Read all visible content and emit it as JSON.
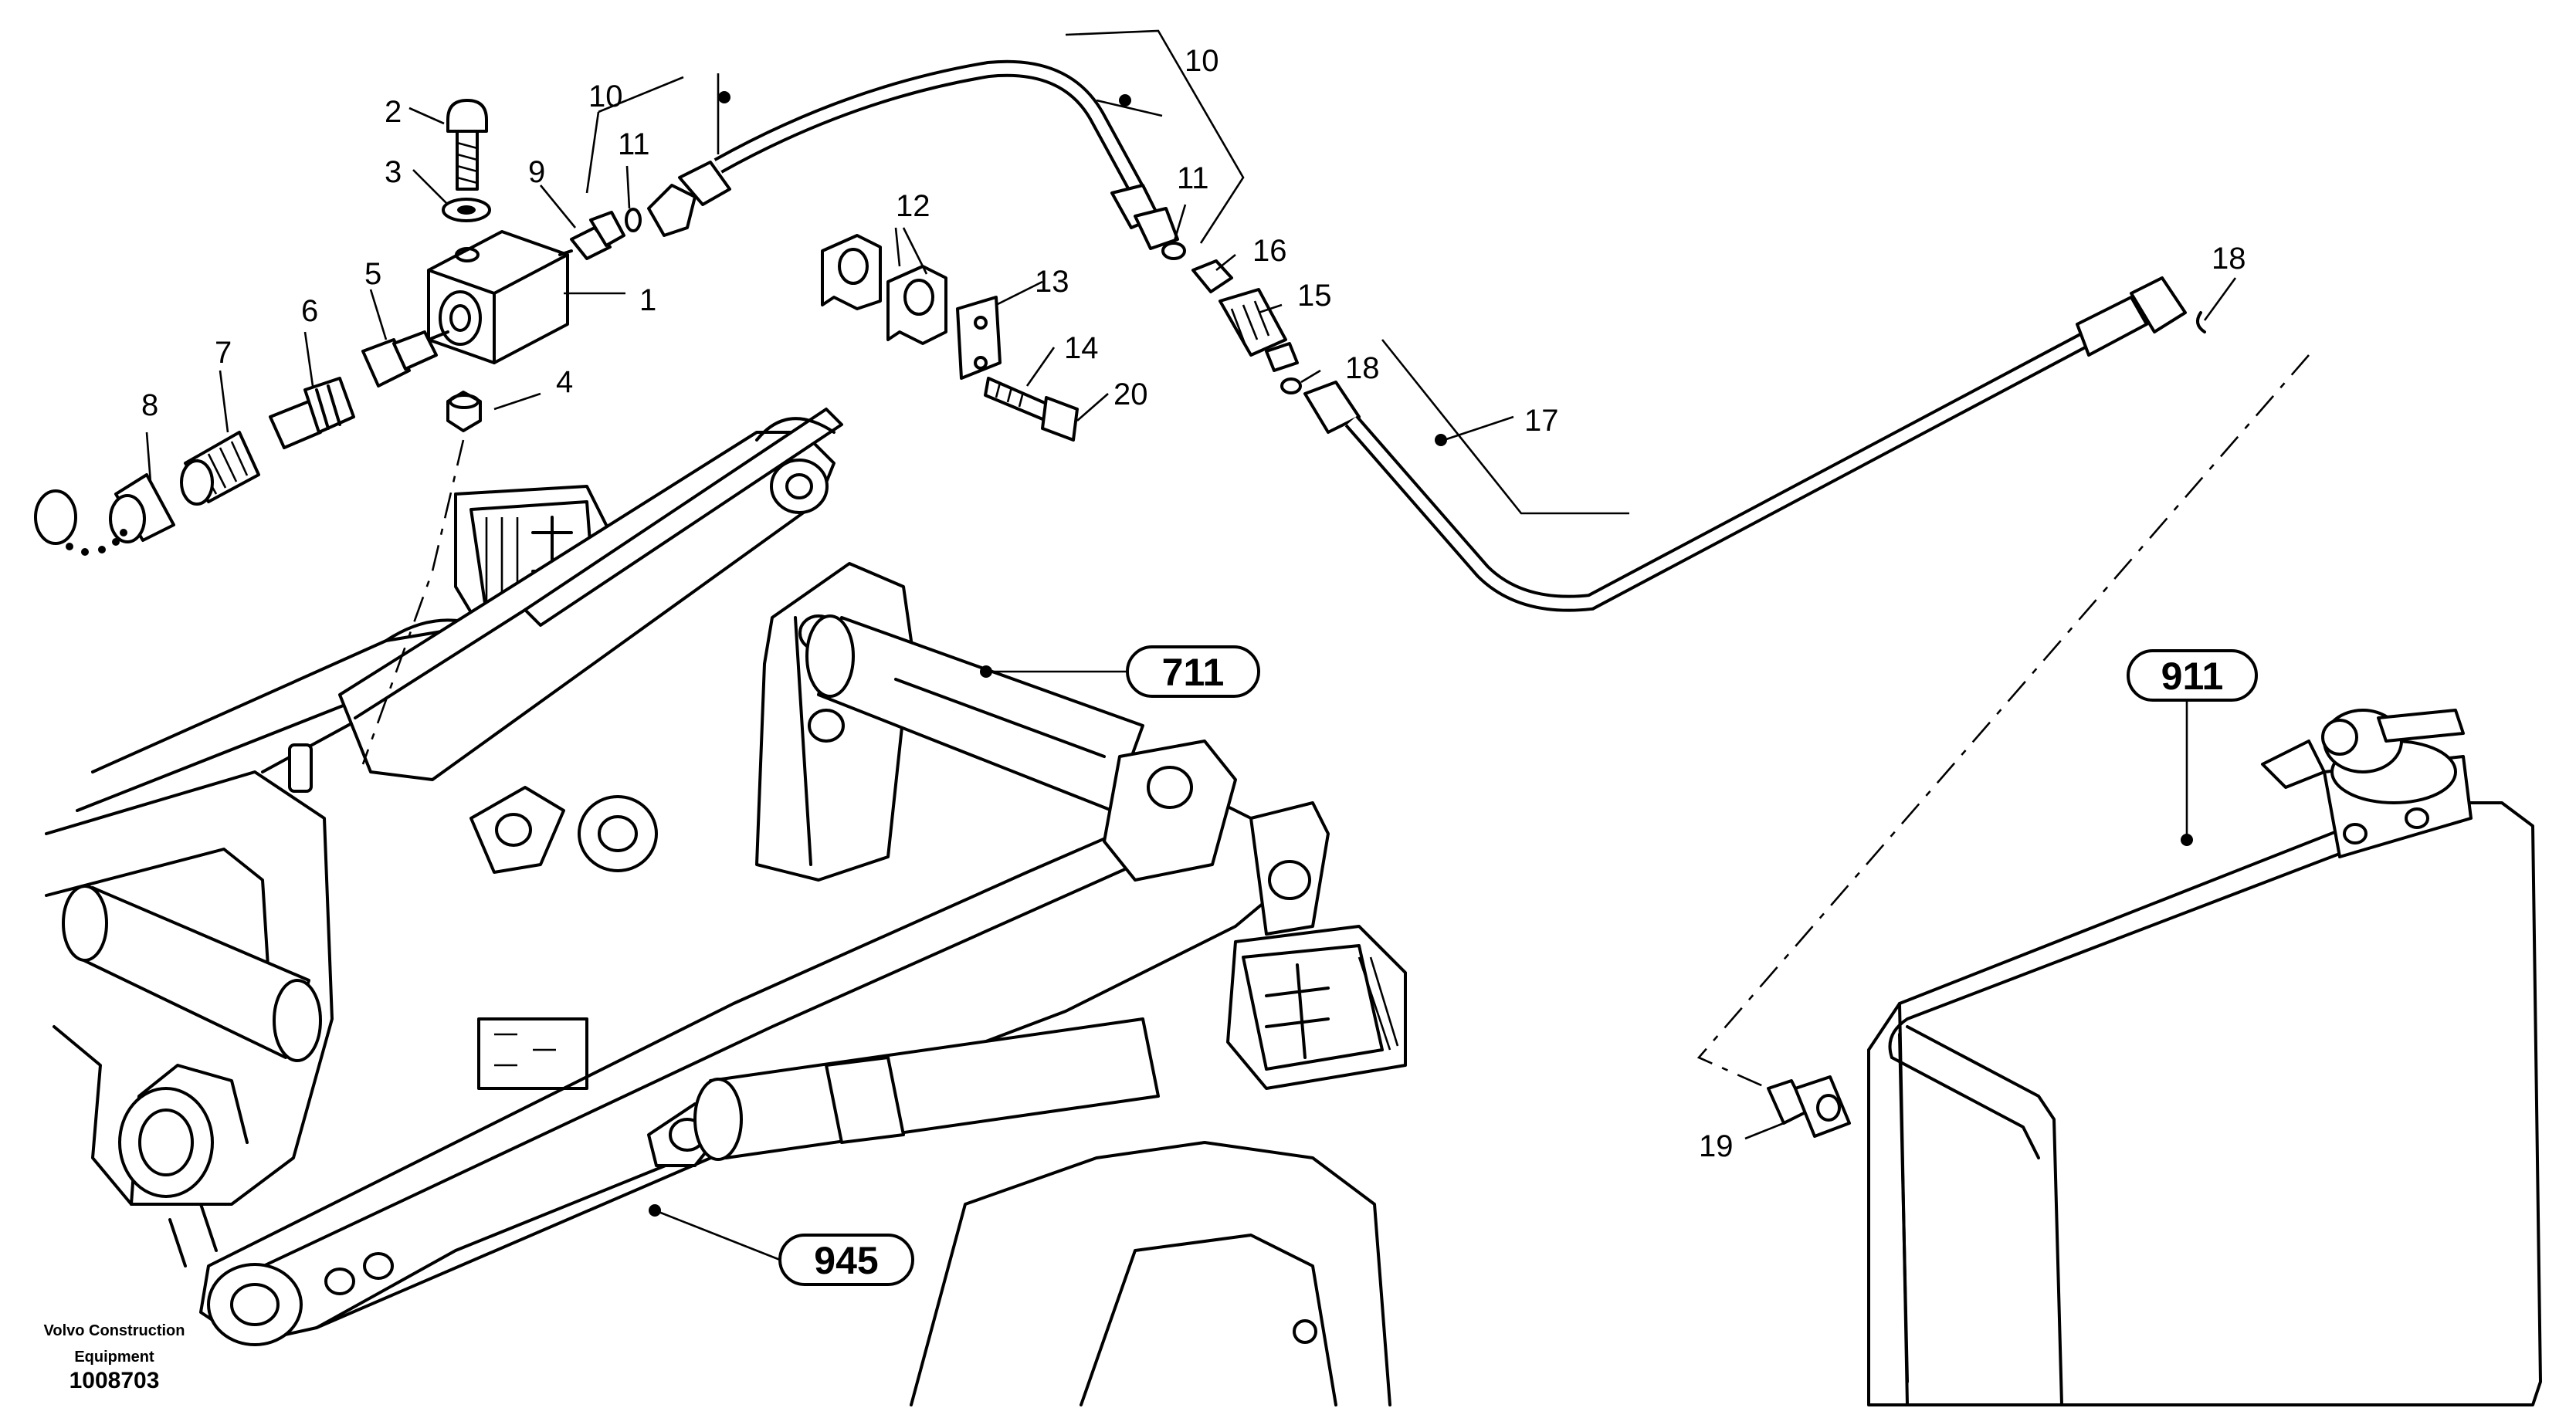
{
  "callouts": [
    "1",
    "2",
    "3",
    "4",
    "5",
    "6",
    "7",
    "8",
    "9",
    "10",
    "10",
    "11",
    "11",
    "12",
    "13",
    "14",
    "15",
    "16",
    "17",
    "18",
    "18",
    "19",
    "20"
  ],
  "references": [
    "711",
    "911",
    "945"
  ],
  "footer": {
    "company_line1": "Volvo Construction",
    "company_line2": "Equipment",
    "document_number": "1008703"
  }
}
